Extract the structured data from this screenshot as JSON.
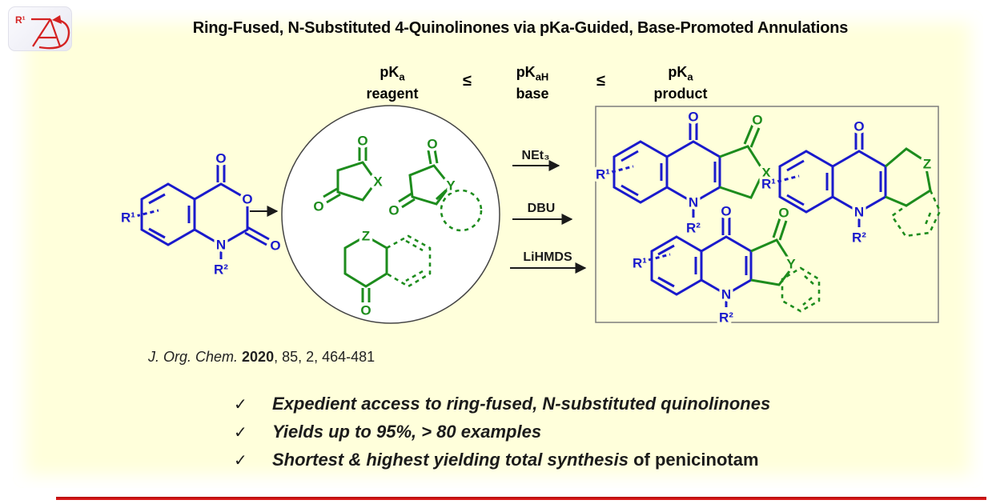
{
  "logo": {
    "r_label": "R¹"
  },
  "title": "Ring-Fused, N-Substituted 4-Quinolinones via pKa-Guided, Base-Promoted Annulations",
  "pka_relation": {
    "operator": "≤",
    "terms": [
      {
        "base_text": "pK",
        "subscript": "a",
        "line2": "reagent"
      },
      {
        "base_text": "pK",
        "subscript": "aH",
        "line2": "base"
      },
      {
        "base_text": "pK",
        "subscript": "a",
        "line2": "product"
      }
    ]
  },
  "scheme": {
    "atoms": {
      "o": "O",
      "n": "N",
      "x": "X",
      "y": "Y",
      "z": "Z",
      "r1": "R¹",
      "r2": "R²"
    },
    "bases": [
      {
        "label": "NEt₃"
      },
      {
        "label": "DBU"
      },
      {
        "label": "LiHMDS"
      }
    ]
  },
  "citation": {
    "journal": "J. Org. Chem. ",
    "year": "2020",
    "details": ", 85, 2, 464-481"
  },
  "highlights": [
    {
      "check": "✓",
      "italic_text": "Expedient access to ring-fused, N-substituted quinolinones",
      "plain_text": ""
    },
    {
      "check": "✓",
      "italic_text": "Yields up to 95%, > 80 examples",
      "plain_text": ""
    },
    {
      "check": "✓",
      "italic_text": "Shortest & highest yielding total synthesis",
      "plain_text": " of penicinotam"
    }
  ],
  "colors": {
    "reactant_blue": "#1a1acc",
    "reagent_green": "#1d8c1d",
    "rule_red": "#d31414",
    "panel_yellow": "#ffffdb"
  }
}
